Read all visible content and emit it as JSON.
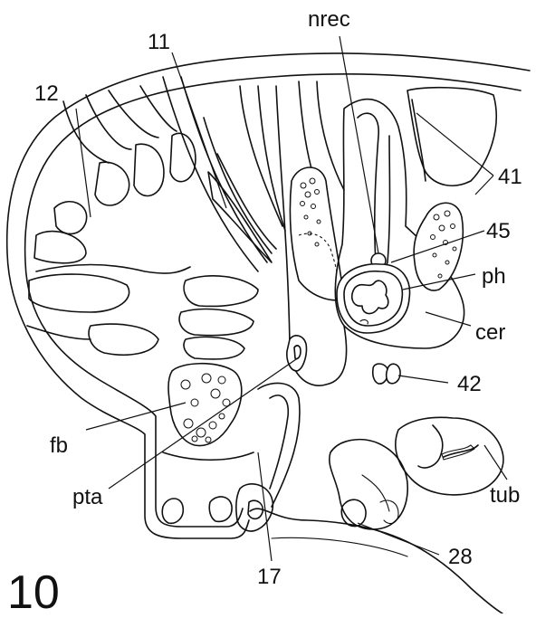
{
  "figure_number": "10",
  "labels": {
    "l12": "12",
    "l11": "11",
    "nrec": "nrec",
    "l41": "41",
    "l45": "45",
    "ph": "ph",
    "cer": "cer",
    "l42": "42",
    "fb": "fb",
    "pta": "pta",
    "tub": "tub",
    "l28": "28",
    "l17": "17"
  },
  "colors": {
    "ink": "#111111",
    "paper": "#ffffff"
  }
}
